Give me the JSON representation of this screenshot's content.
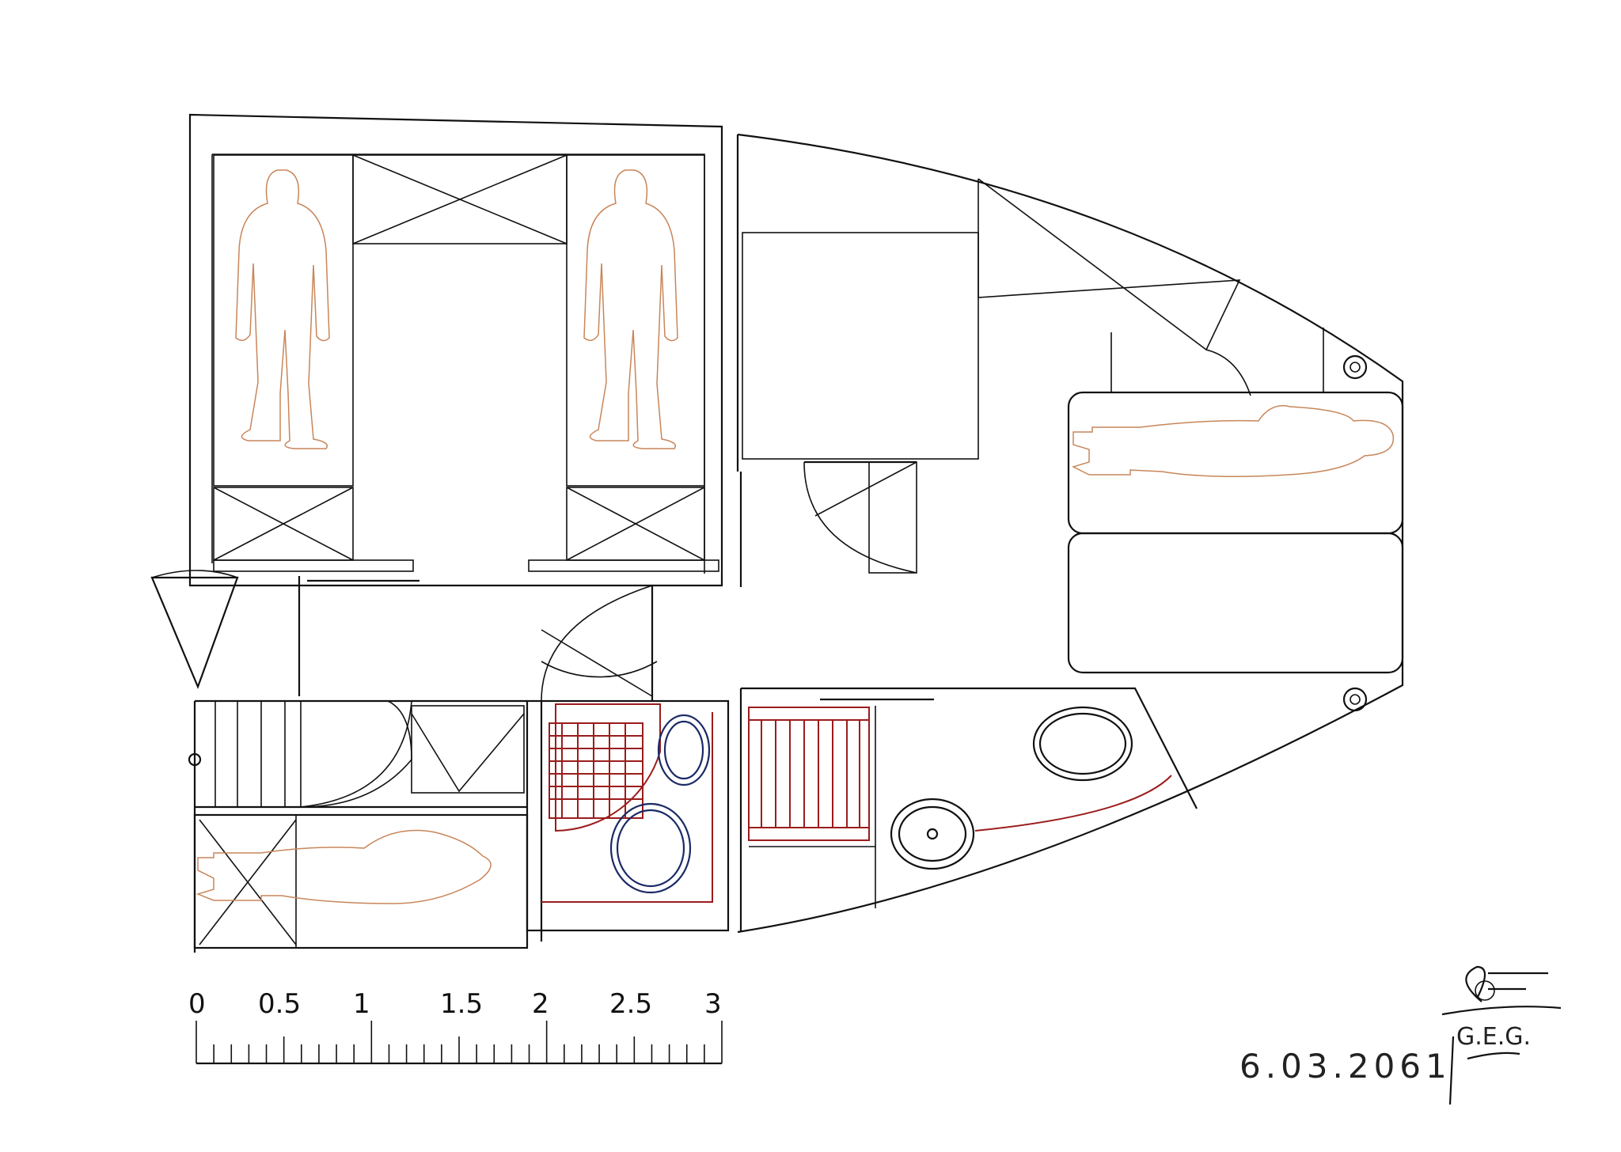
{
  "drawing": {
    "scale_bar": {
      "labels": [
        "0",
        "0.5",
        "1",
        "1.5",
        "2",
        "2.5",
        "3"
      ]
    },
    "date": "6.03.2061",
    "signature_initials": "G.E.G.",
    "colors": {
      "lines": "#111111",
      "plumbing": "#9b1c1c",
      "figures": "#c8865a",
      "fixtures": "#1a2a66"
    }
  }
}
